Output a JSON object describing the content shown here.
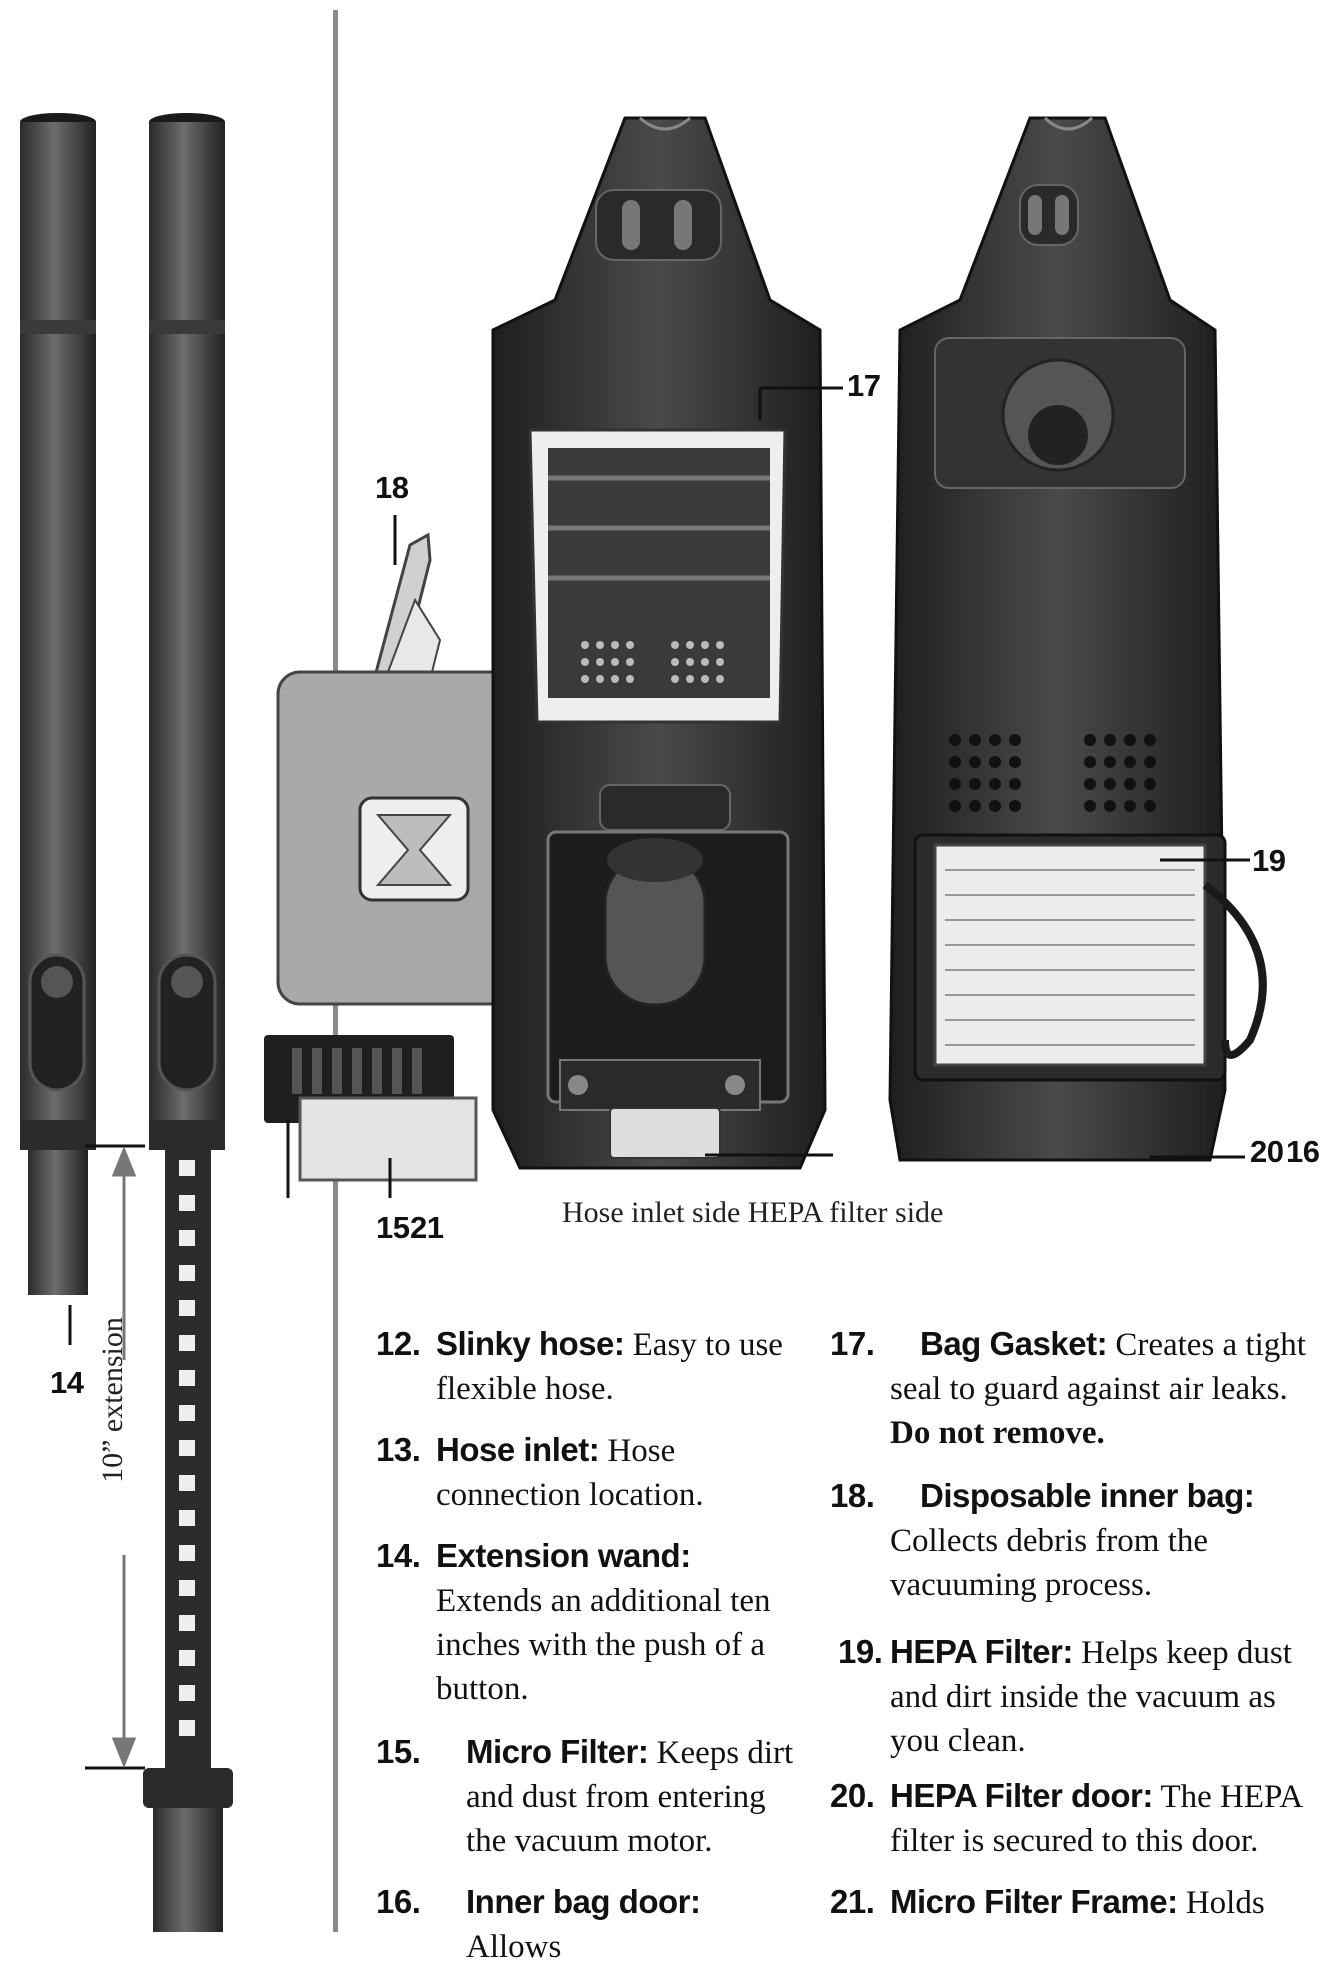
{
  "callouts": {
    "c14": "14",
    "c15": "15",
    "c16": "16",
    "c17": "17",
    "c18": "18",
    "c19": "19",
    "c20": "20",
    "c21": "21"
  },
  "caption": "Hose inlet side HEPA filter side",
  "extension_label": "10” extension",
  "items": [
    {
      "num": "12.",
      "term": "Slinky hose:",
      "text": "Easy to use flexible hose."
    },
    {
      "num": "13.",
      "term": "Hose inlet:",
      "text": "Hose connection location."
    },
    {
      "num": "14.",
      "term": "Extension wand:",
      "text": "Extends an additional ten inches with the push of a button."
    },
    {
      "num": "15.",
      "term": "Micro Filter:",
      "text": "Keeps dirt and dust from entering the vacuum motor."
    },
    {
      "num": "16.",
      "term": "Inner bag door:",
      "text": "Allows"
    },
    {
      "num": "17.",
      "term": "Bag Gasket:",
      "text": "Creates a tight seal to guard against air leaks.",
      "strong": "Do not remove."
    },
    {
      "num": "18.",
      "term": "Disposable inner bag:",
      "text": "Collects debris from the vacuuming process."
    },
    {
      "num": "19.",
      "term": "HEPA Filter:",
      "text": "Helps keep dust and dirt inside the vacuum as you clean."
    },
    {
      "num": "20.",
      "term": "HEPA Filter door:",
      "text": "The HEPA filter is secured to this door."
    },
    {
      "num": "21.",
      "term": "Micro Filter Frame:",
      "text": "Holds"
    }
  ]
}
